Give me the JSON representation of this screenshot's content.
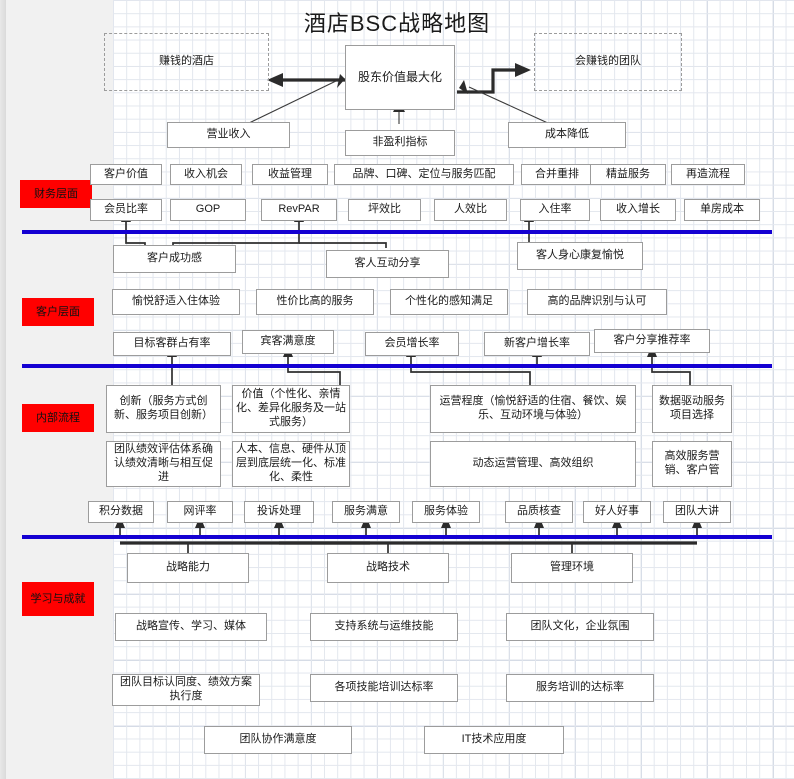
{
  "title": "酒店BSC战略地图",
  "perspectives": [
    {
      "id": "finance",
      "label": "财务层面"
    },
    {
      "id": "customer",
      "label": "客户层面"
    },
    {
      "id": "internal",
      "label": "内部流程"
    },
    {
      "id": "learning",
      "label": "学习与成就"
    }
  ],
  "colors": {
    "perspective_label_bg": "#ff0000",
    "divider_line": "#1400d2",
    "node_border": "#9c9c9c",
    "node_bg": "#ffffff",
    "canvas_bg": "#f1f1f1",
    "grid_bg": "#ffffff"
  },
  "top": {
    "left_vision": "赚钱的酒店",
    "center_goal": "股东价值最大化",
    "right_vision": "会赚钱的团队",
    "driver_left": "营业收入",
    "driver_center": "非盈利指标",
    "driver_right": "成本降低"
  },
  "finance": {
    "objectives": [
      "客户价值",
      "收入机会",
      "收益管理",
      "品牌、口碑、定位与服务匹配",
      "合并重排",
      "精益服务",
      "再造流程"
    ],
    "measures": [
      "会员比率",
      "GOP",
      "RevPAR",
      "坪效比",
      "人效比",
      "入住率",
      "收入增长",
      "单房成本"
    ]
  },
  "customer": {
    "outcomes": [
      "客户成功感",
      "客人互动分享",
      "客人身心康复愉悦"
    ],
    "objectives": [
      "愉悦舒适入住体验",
      "性价比高的服务",
      "个性化的感知满足",
      "高的品牌识别与认可"
    ],
    "measures": [
      "目标客群占有率",
      "宾客满意度",
      "会员增长率",
      "新客户增长率",
      "客户分享推荐率"
    ]
  },
  "internal": {
    "row1": [
      "创新（服务方式创新、服务项目创新）",
      "价值（个性化、亲情化、差异化服务及一站式服务）",
      "运营程度（愉悦舒适的住宿、餐饮、娱乐、互动环境与体验）",
      "数据驱动服务项目选择"
    ],
    "row2": [
      "团队绩效评估体系确认绩效清晰与相互促进",
      "人本、信息、硬件从顶层到底层统一化、标准化、柔性",
      "动态运营管理、高效组织",
      "高效服务营销、客户管"
    ],
    "measures": [
      "积分数据",
      "网评率",
      "投诉处理",
      "服务满意",
      "服务体验",
      "品质核查",
      "好人好事",
      "团队大讲"
    ]
  },
  "learning": {
    "pillars": [
      "战略能力",
      "战略技术",
      "管理环境"
    ],
    "row1": [
      "战略宣传、学习、媒体",
      "支持系统与运维技能",
      "团队文化，企业氛围"
    ],
    "row2": [
      "团队目标认同度、绩效方案执行度",
      "各项技能培训达标率",
      "服务培训的达标率"
    ],
    "row3": [
      "团队协作满意度",
      "IT技术应用度"
    ]
  }
}
